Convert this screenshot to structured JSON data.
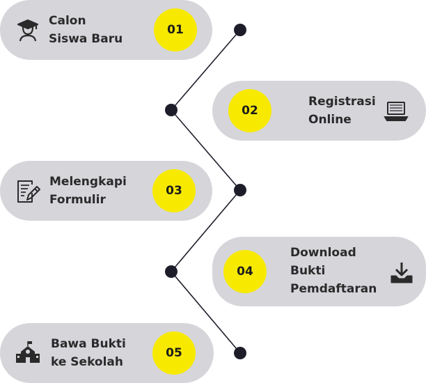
{
  "colors": {
    "pill": "#d6d5da",
    "badge": "#f7ea00",
    "line": "#1d1d2a",
    "text": "#2a2a2a"
  },
  "steps": [
    {
      "number": "01",
      "label": "Calon\nSiswa Baru",
      "icon": "graduate-student-icon"
    },
    {
      "number": "02",
      "label": "Registrasi\nOnline",
      "icon": "laptop-icon"
    },
    {
      "number": "03",
      "label": "Melengkapi\nFormulir",
      "icon": "form-edit-icon"
    },
    {
      "number": "04",
      "label": "Download\nBukti\nPemdaftaran",
      "icon": "download-icon"
    },
    {
      "number": "05",
      "label": "Bawa Bukti\nke Sekolah",
      "icon": "school-icon"
    }
  ]
}
